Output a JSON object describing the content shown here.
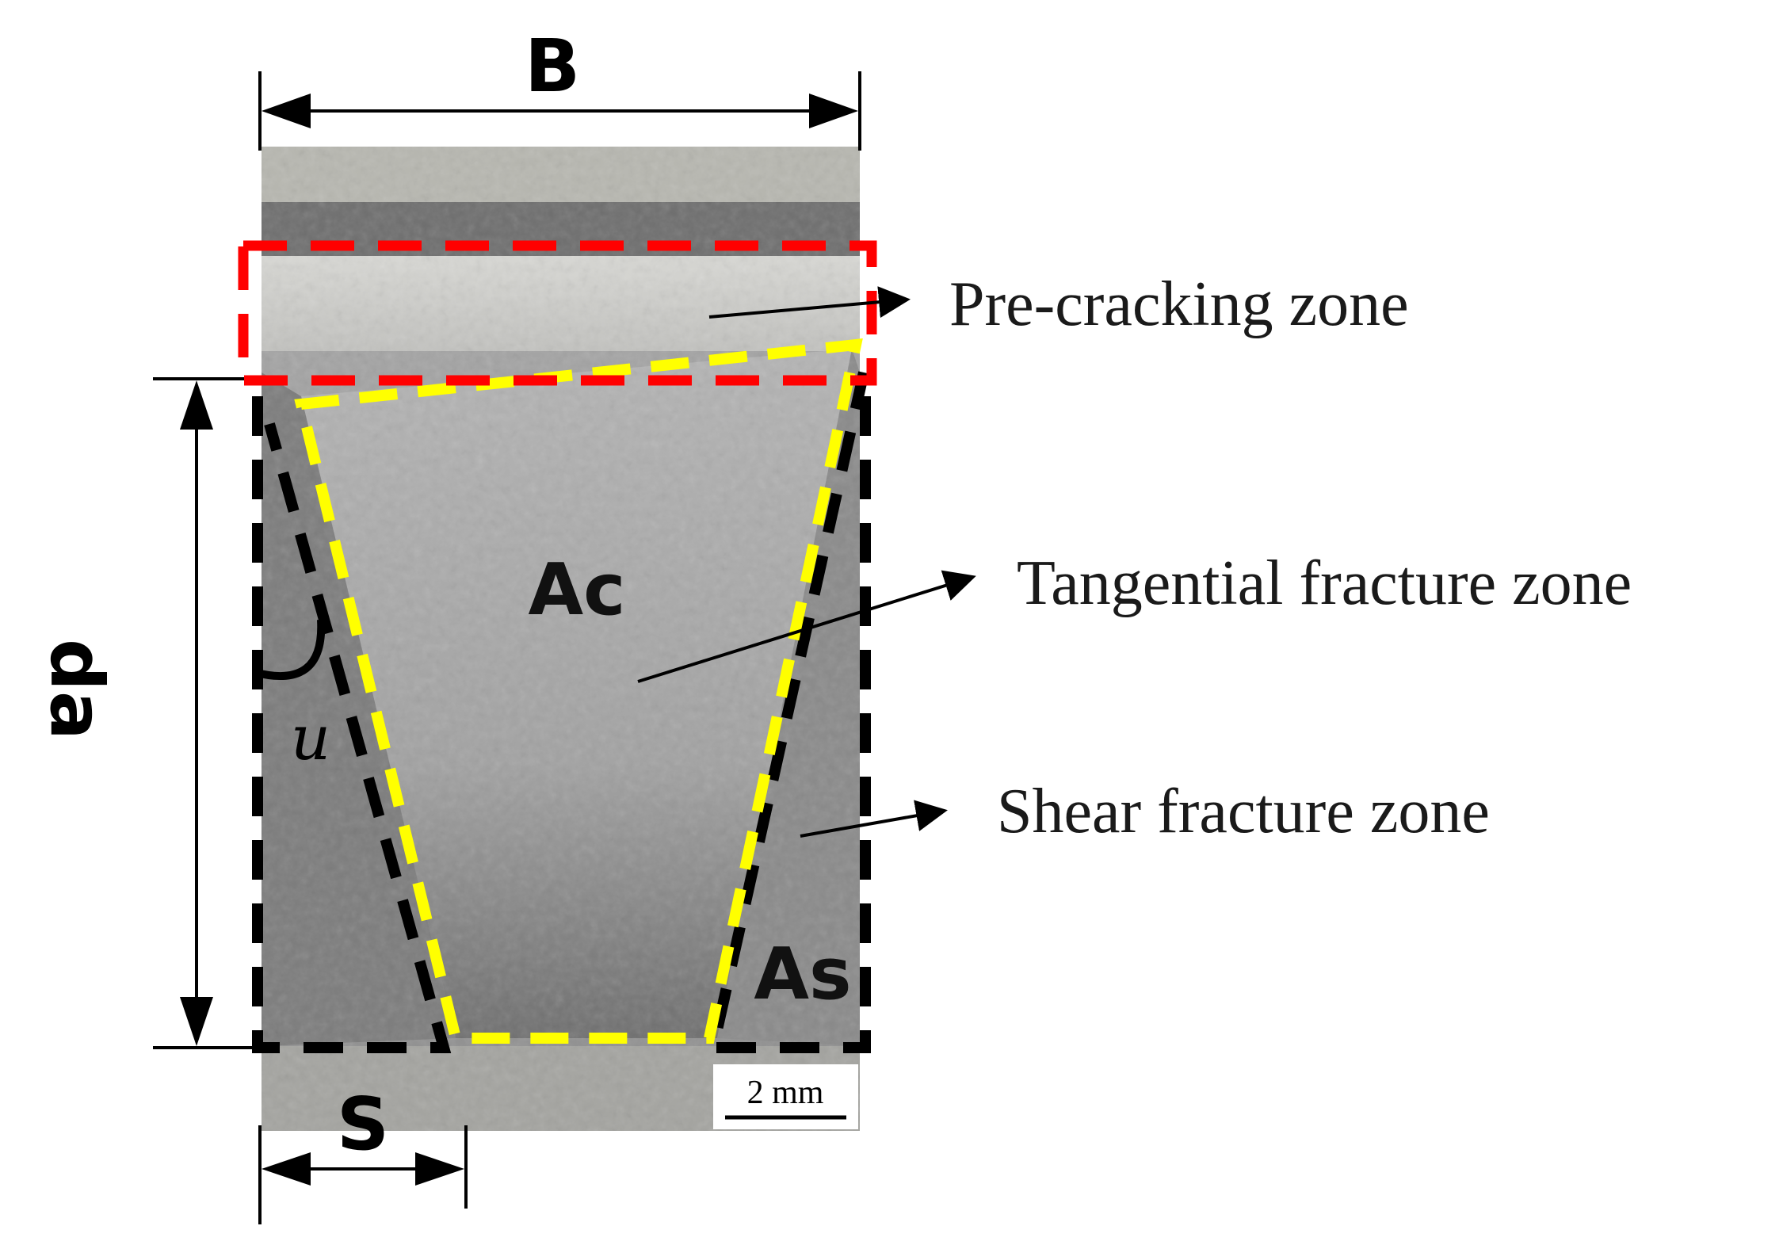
{
  "dimensions": {
    "width_label": "B",
    "depth_label": "da",
    "shear_width_label": "S",
    "angle_label": "u"
  },
  "areas": {
    "tangential_area_label": "Ac",
    "shear_area_label": "As"
  },
  "zones": {
    "pre_cracking": "Pre-cracking zone",
    "tangential": "Tangential fracture zone",
    "shear": "Shear fracture zone"
  },
  "scale_bar": {
    "label": "2 mm"
  },
  "colors": {
    "pre_cracking_outline": "#ff0000",
    "tangential_outline": "#ffff00",
    "shear_outline": "#000000",
    "specimen_base": "#9a9a9a"
  }
}
